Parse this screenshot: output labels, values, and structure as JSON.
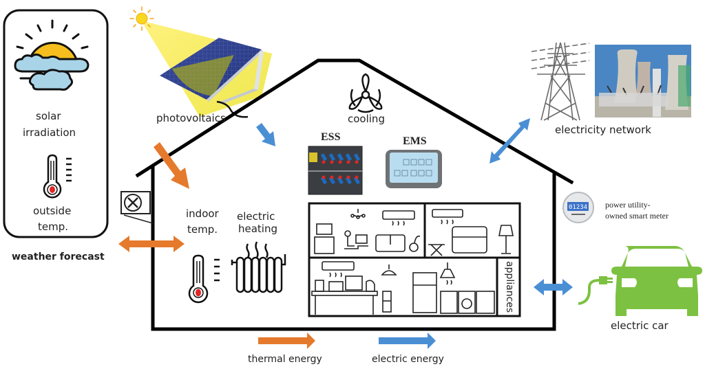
{
  "weather": {
    "solar_label_1": "solar",
    "solar_label_2": "irradiation",
    "outside_label_1": "outside",
    "outside_label_2": "temp.",
    "caption": "weather forecast"
  },
  "pv": {
    "label": "photovoltaics"
  },
  "cooling": {
    "label": "cooling"
  },
  "ess": {
    "label": "ESS"
  },
  "ems": {
    "label": "EMS"
  },
  "network": {
    "label": "electricity network"
  },
  "meter": {
    "label_1": "power utility-",
    "label_2": "owned smart meter",
    "reading": "01234"
  },
  "indoor": {
    "label_1": "indoor",
    "label_2": "temp."
  },
  "heating": {
    "label_1": "electric",
    "label_2": "heating"
  },
  "appliances": {
    "label": "appliances"
  },
  "car": {
    "label": "electric car"
  },
  "legend": {
    "thermal": "thermal energy",
    "electric": "electric energy"
  },
  "colors": {
    "thermal": "#E57A2C",
    "electric": "#4A8FD4",
    "car": "#7DC142",
    "sun": "#F5BE1E",
    "cloud": "#A9D4E8"
  }
}
